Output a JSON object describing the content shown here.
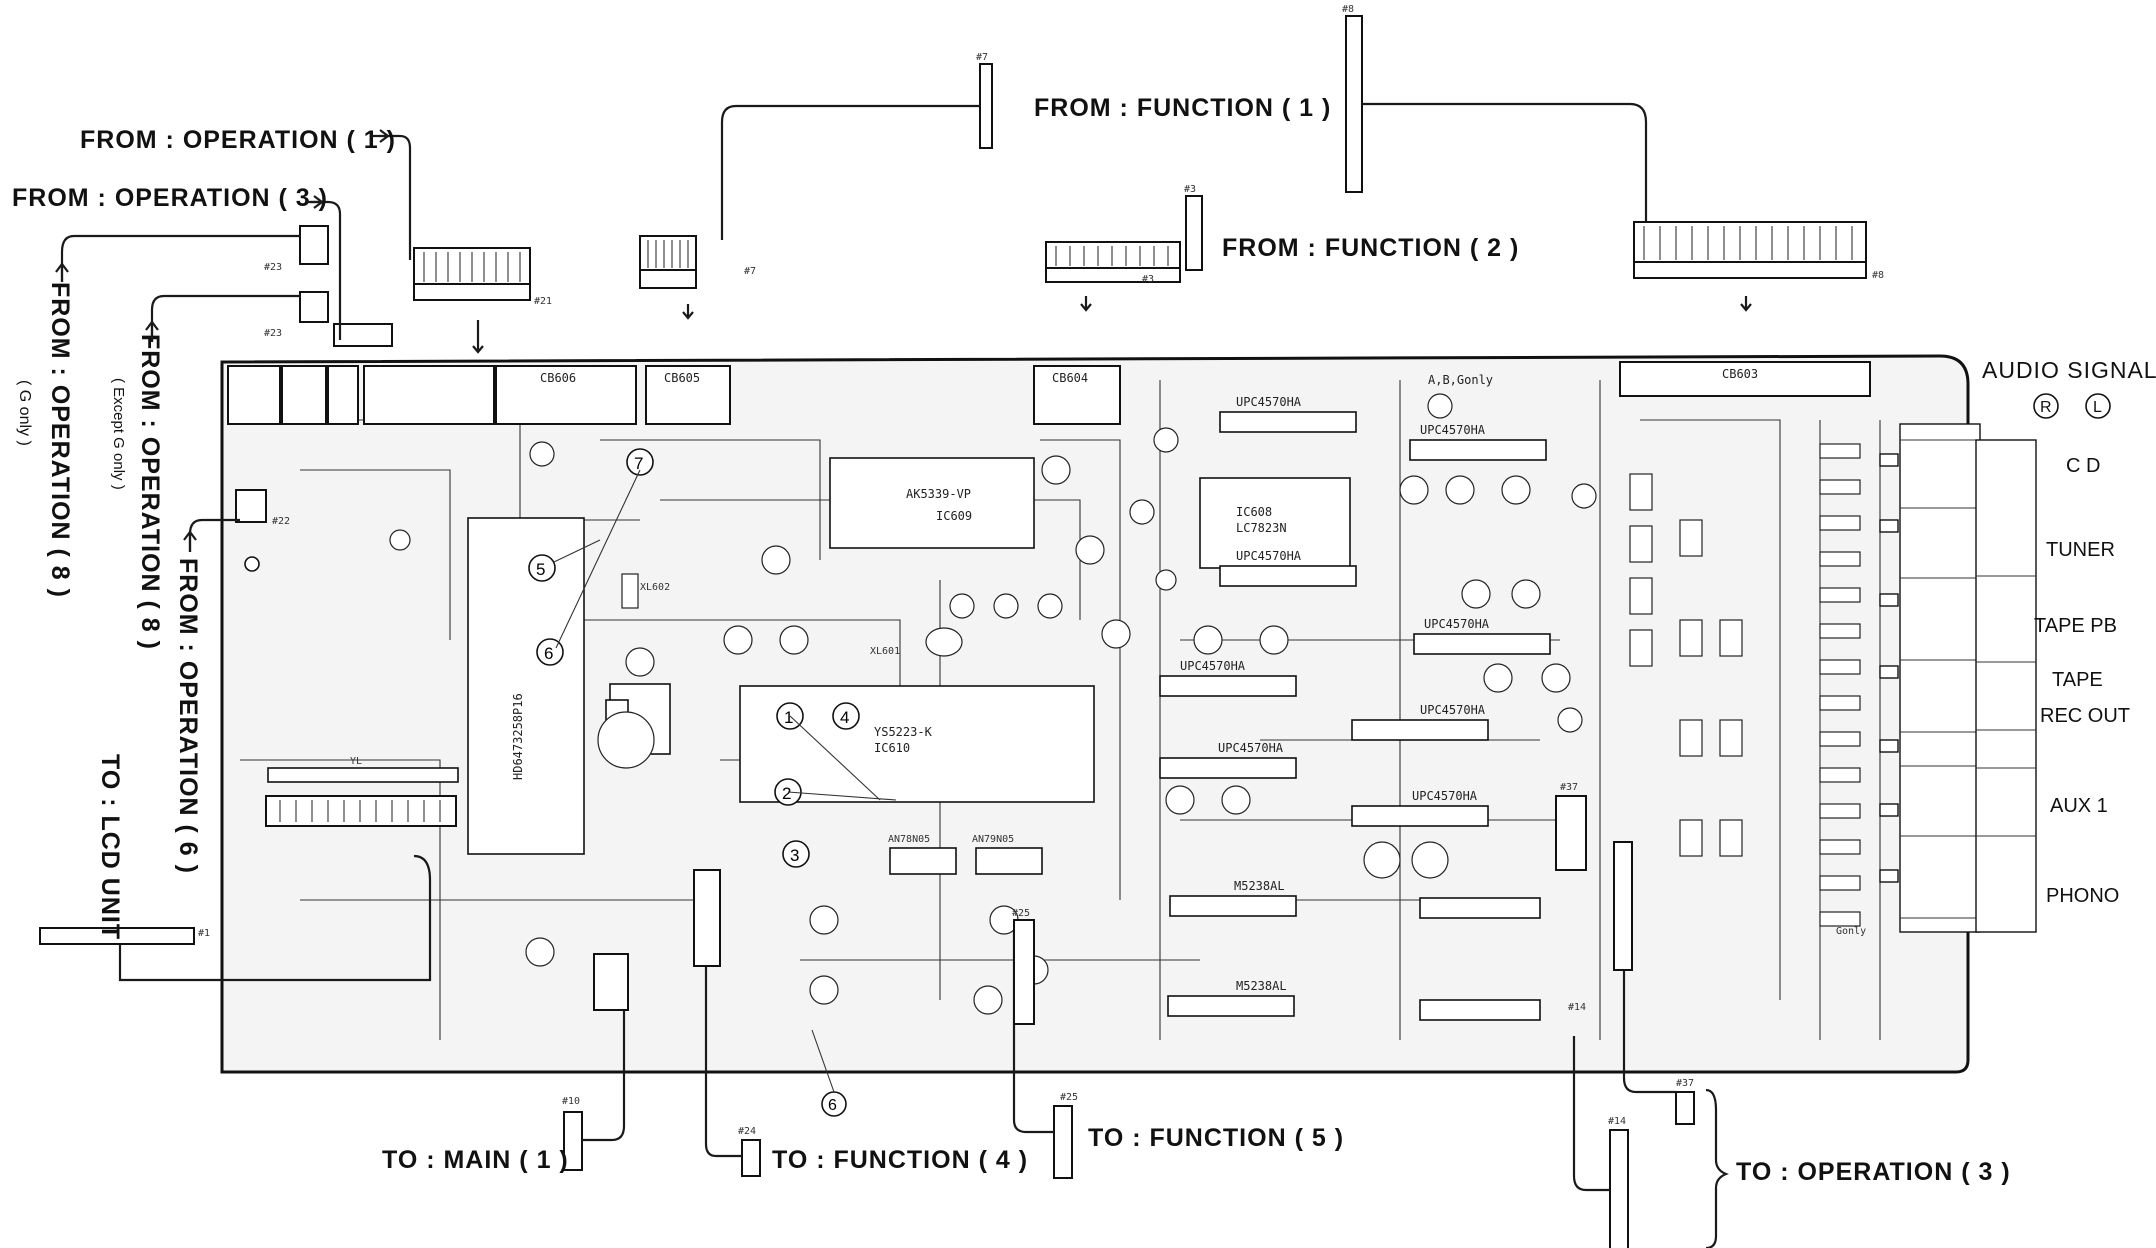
{
  "board": {
    "from_operation_1": "FROM : OPERATION ( 1 )",
    "from_operation_3": "FROM : OPERATION ( 3 )",
    "from_operation_8_g": "FROM : OPERATION ( 8 )",
    "g_only_note": "( G only )",
    "from_operation_8_except": "FROM : OPERATION ( 8 )",
    "except_g_note": "( Except G only )",
    "from_operation_6": "FROM : OPERATION ( 6 )",
    "to_lcd_unit": "TO : LCD UNIT",
    "from_function_1": "FROM : FUNCTION ( 1 )",
    "from_function_2": "FROM : FUNCTION ( 2 )",
    "to_main_1": "TO : MAIN ( 1 )",
    "to_function_4": "TO : FUNCTION ( 4 )",
    "to_function_5": "TO : FUNCTION ( 5 )",
    "to_operation_3": "TO : OPERATION ( 3 )",
    "audio_signal": "AUDIO SIGNAL",
    "channel_r": "R",
    "channel_l": "L",
    "jacks": [
      "C D",
      "TUNER",
      "TAPE PB",
      "TAPE",
      "REC OUT",
      "AUX 1",
      "PHONO"
    ]
  },
  "connector_ids": {
    "n7": "#7",
    "n8": "#8",
    "n3": "#3",
    "n21": "#21",
    "n23": "#23",
    "n22": "#22",
    "n1": "#1",
    "n10": "#10",
    "n24": "#24",
    "n25": "#25",
    "n14": "#14",
    "n37": "#37"
  },
  "connector_names": {
    "cb605": "CB605",
    "cb604": "CB604",
    "cb603": "CB603",
    "cb606": "CB606"
  },
  "components": {
    "ak5339": "AK5339-VP",
    "ys5223": "YS5223-K",
    "ic610": "IC610",
    "ic609": "IC609",
    "hd6473": "HD6473258P16",
    "an78n05": "AN78N05",
    "an79n05": "AN79N05",
    "lc7823n": "LC7823N",
    "ic608": "IC608",
    "m5238al_1": "M5238AL",
    "m5238al_2": "M5238AL",
    "upc_1": "UPC4570HA",
    "upc_2": "UPC4570HA",
    "upc_3": "UPC4570HA",
    "upc_4": "UPC4570HA",
    "upc_5": "UPC4570HA",
    "upc_6": "UPC4570HA",
    "upc_7": "UPC4570HA",
    "upc_8": "UPC4570HA",
    "ab_gonly": "A,B,Gonly",
    "gonly": "Gonly",
    "xl601": "XL601",
    "xl602": "XL602",
    "yl": "YL"
  },
  "markers": [
    "1",
    "2",
    "3",
    "4",
    "5",
    "6",
    "7",
    "6"
  ]
}
